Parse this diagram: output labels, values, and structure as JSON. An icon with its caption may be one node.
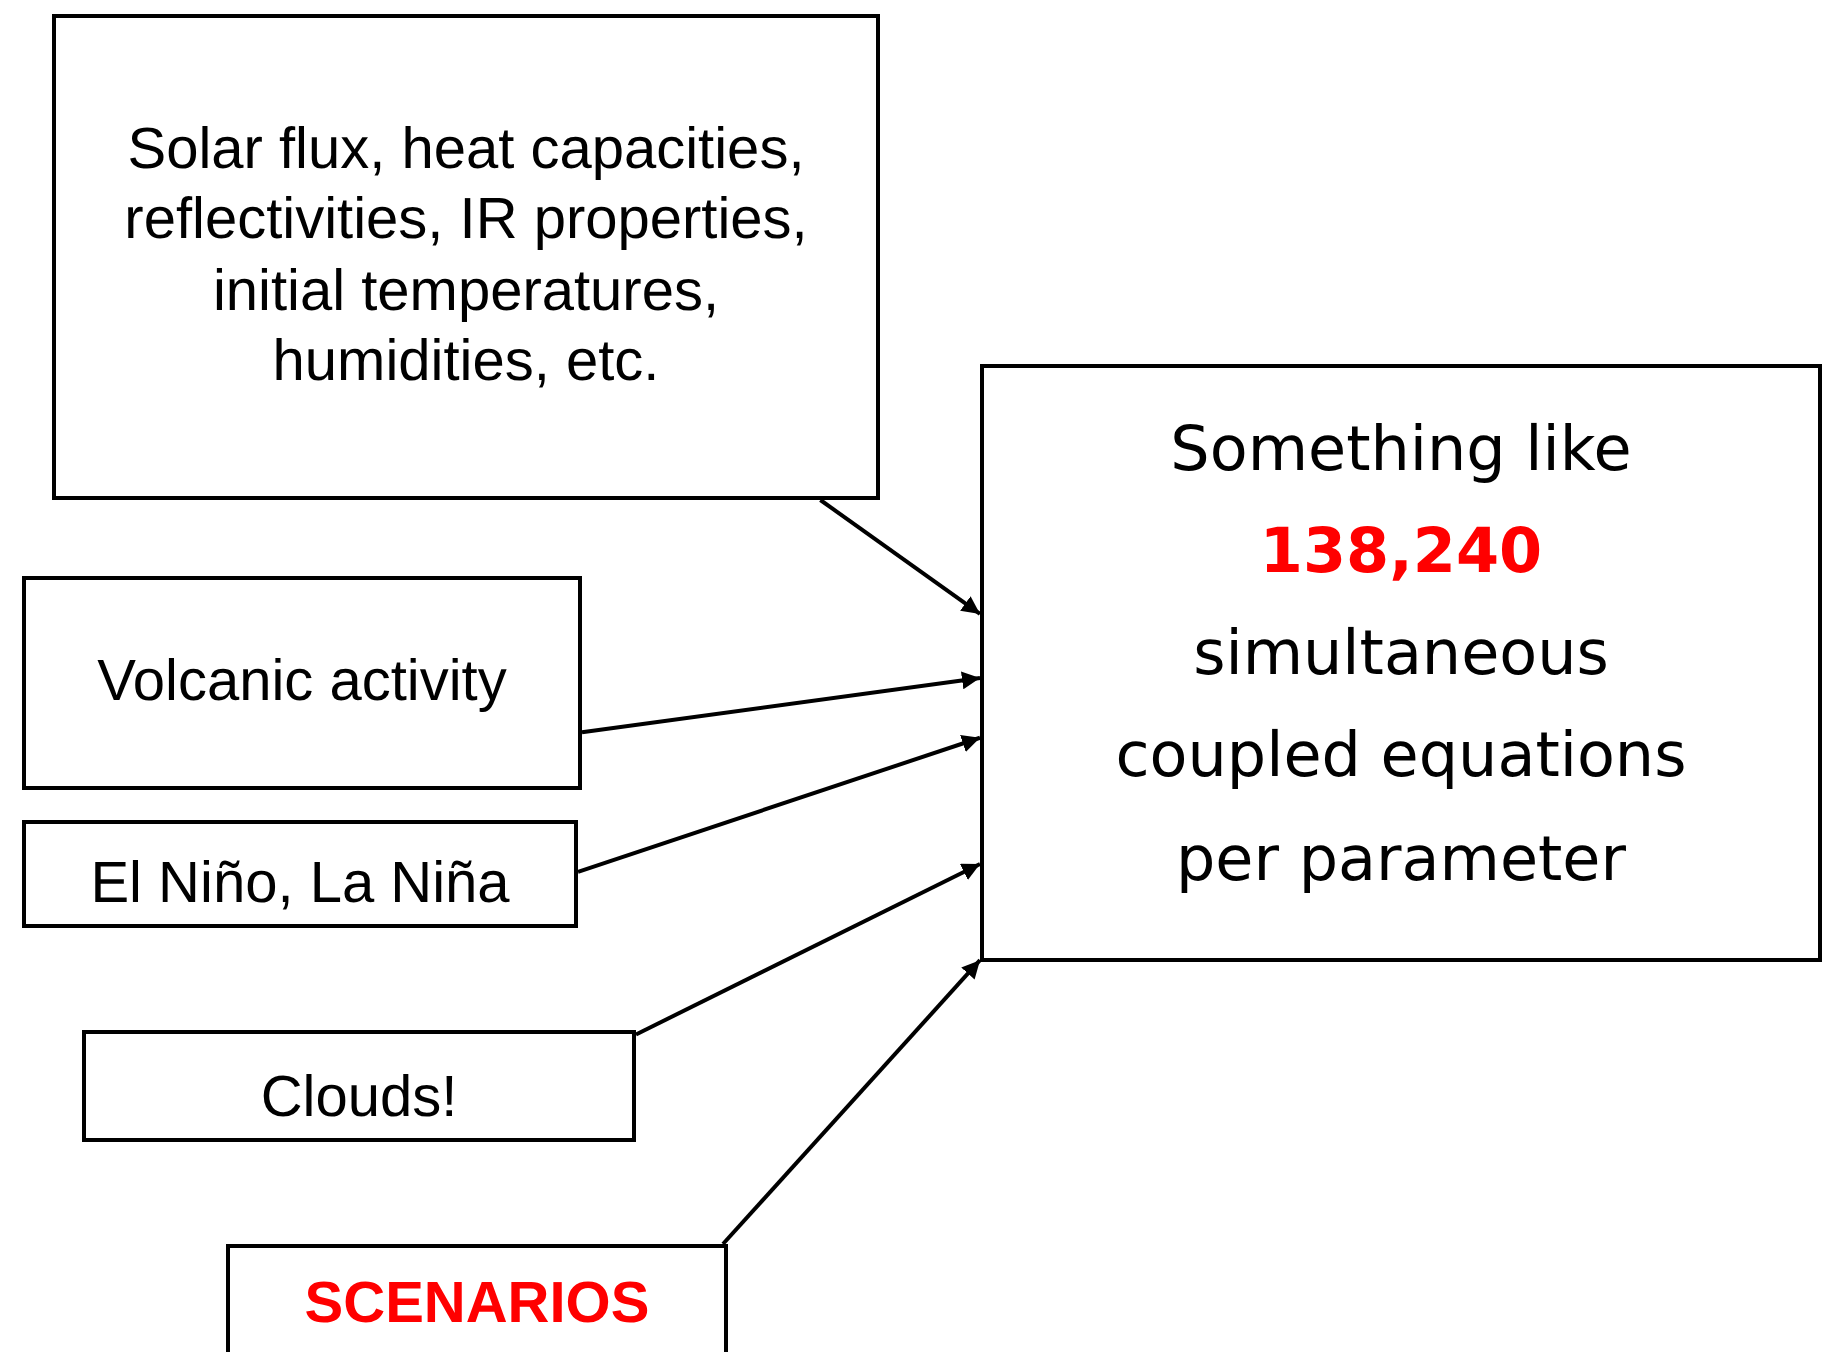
{
  "diagram": {
    "nodes": [
      {
        "text": [
          "Solar flux, heat capacities, reflectivities, IR properties, initial temperatures, humidities, etc."
        ]
      },
      {
        "text": [
          "Volcanic activity"
        ]
      },
      {
        "text": [
          "El Niño, La Niña"
        ]
      },
      {
        "text": [
          "Clouds!"
        ]
      },
      {
        "text": [
          "SCENARIOS"
        ]
      },
      {
        "text": [
          "Something like",
          "138,240",
          "simultaneous coupled equations per parameter"
        ]
      }
    ],
    "edges": [
      {
        "from": 0,
        "to": 5,
        "arrow": "to"
      },
      {
        "from": 1,
        "to": 5,
        "arrow": "to"
      },
      {
        "from": 2,
        "to": 5,
        "arrow": "to"
      },
      {
        "from": 3,
        "to": 5,
        "arrow": "to"
      },
      {
        "from": 4,
        "to": 5,
        "arrow": "to"
      }
    ]
  }
}
